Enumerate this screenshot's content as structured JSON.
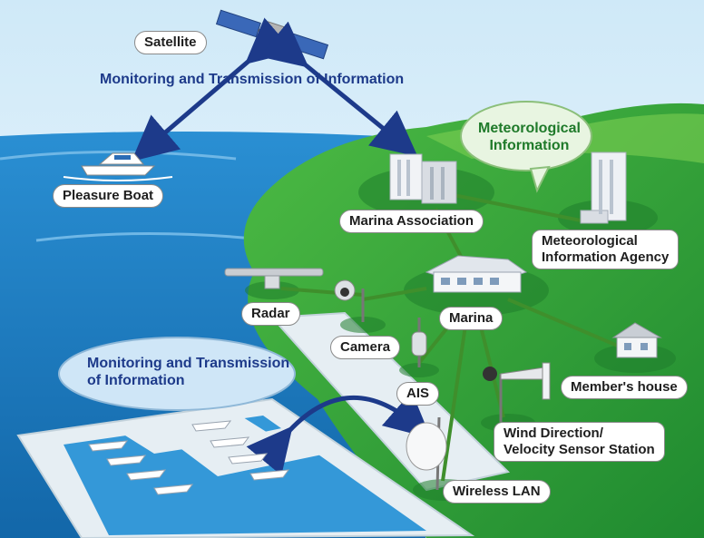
{
  "colors": {
    "sky_top": "#d7edf9",
    "sea": "#1d7fc4",
    "land": "#2e9a3a",
    "land_light": "#5cc34a",
    "link_line": "#3f8f2c",
    "arrow": "#1d3a8a",
    "caption_blue": "#1d3a8a",
    "caption_green": "#1f7a2a"
  },
  "captions": {
    "satellite_link": "Monitoring and Transmission of Information",
    "harbor_link": [
      "Monitoring and Transmission",
      "of Information"
    ],
    "meteorological_bubble": [
      "Meteorological",
      "Information"
    ]
  },
  "labels": {
    "satellite": "Satellite",
    "pleasure_boat": "Pleasure Boat",
    "marina_association": "Marina Association",
    "meteorological_agency": [
      "Meteorological",
      "Information Agency"
    ],
    "radar": "Radar",
    "camera": "Camera",
    "marina": "Marina",
    "ais": "AIS",
    "members_house": "Member's house",
    "wind_station": [
      "Wind Direction/",
      "Velocity Sensor Station"
    ],
    "wireless_lan": "Wireless LAN"
  },
  "icons": {
    "satellite": "satellite-icon",
    "boat": "boat-icon",
    "radar": "radar-icon",
    "camera": "camera-icon",
    "ais": "ais-antenna-icon",
    "wind": "anemometer-icon",
    "wifi": "wireless-antenna-icon"
  }
}
